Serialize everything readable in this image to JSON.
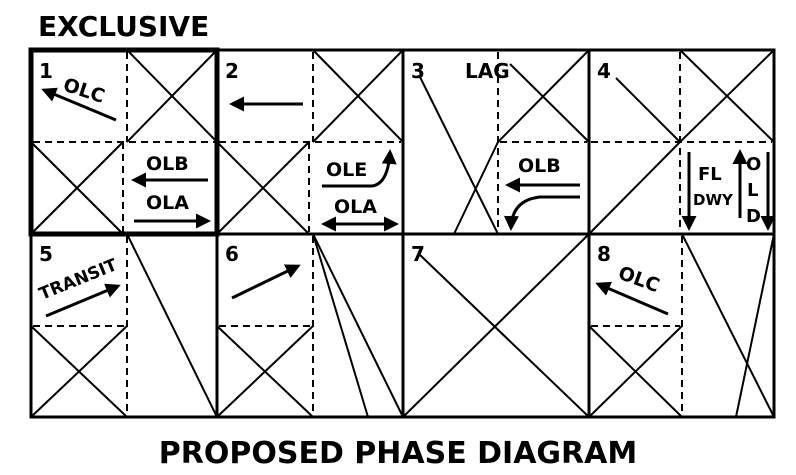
{
  "header": "EXCLUSIVE",
  "footer": "PROPOSED PHASE DIAGRAM",
  "colors": {
    "line": "#000000",
    "background": "#ffffff"
  },
  "phases": [
    {
      "number": "1",
      "labels": [
        "OLC",
        "OLB",
        "OLA"
      ],
      "highlighted": true
    },
    {
      "number": "2",
      "labels": [
        "OLE",
        "OLA"
      ],
      "highlighted": false
    },
    {
      "number": "3",
      "labels": [
        "LAG",
        "OLB"
      ],
      "highlighted": false
    },
    {
      "number": "4",
      "labels": [
        "FL",
        "DWY",
        "O",
        "L",
        "D"
      ],
      "highlighted": false
    },
    {
      "number": "5",
      "labels": [
        "TRANSIT"
      ],
      "highlighted": false
    },
    {
      "number": "6",
      "labels": [],
      "highlighted": false
    },
    {
      "number": "7",
      "labels": [],
      "highlighted": false
    },
    {
      "number": "8",
      "labels": [
        "OLC"
      ],
      "highlighted": false
    }
  ]
}
